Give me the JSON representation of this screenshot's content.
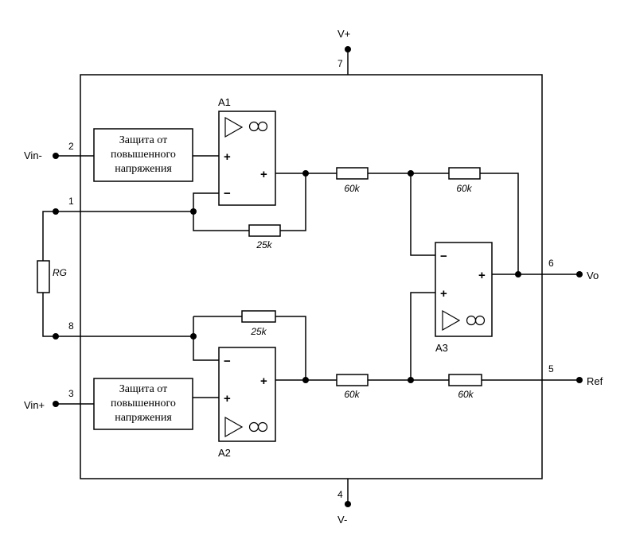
{
  "power": {
    "vpos_label": "V+",
    "vpos_pin": "7",
    "vneg_label": "V-",
    "vneg_pin": "4"
  },
  "inputs": {
    "vin_minus_label": "Vin-",
    "vin_minus_pin": "2",
    "vin_plus_label": "Vin+",
    "vin_plus_pin": "3",
    "rg_top_pin": "1",
    "rg_bottom_pin": "8"
  },
  "outputs": {
    "vo_label": "Vo",
    "vo_pin": "6",
    "ref_label": "Ref",
    "ref_pin": "5"
  },
  "protection": {
    "top": [
      "Защита от",
      "повышенного",
      "напряжения"
    ],
    "bottom": [
      "Защита от",
      "повышенного",
      "напряжения"
    ]
  },
  "amplifiers": {
    "a1": "A1",
    "a2": "A2",
    "a3": "A3",
    "plus": "+",
    "minus": "−",
    "infinity": "∞"
  },
  "resistors": {
    "rg": "RG",
    "r_fb_top": "25k",
    "r_fb_bottom": "25k",
    "r_top_in": "60k",
    "r_top_fb": "60k",
    "r_bottom_in": "60k",
    "r_bottom_ref": "60k"
  }
}
